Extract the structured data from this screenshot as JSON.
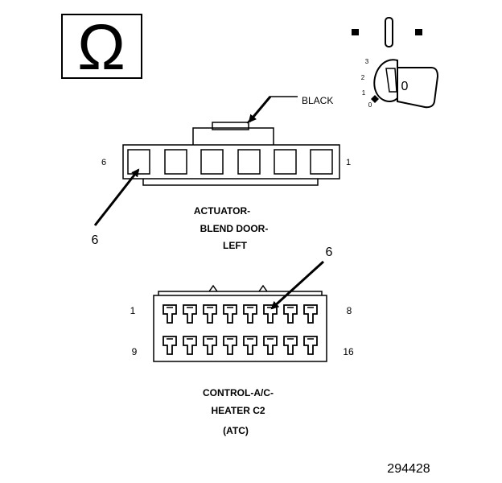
{
  "symbols": {
    "ohm_symbol": "Ω",
    "key_position_current": "0",
    "key_positions": [
      "3",
      "2",
      "1",
      "0"
    ]
  },
  "actuator": {
    "wire_color_label": "BLACK",
    "pin_left": "6",
    "pin_right": "1",
    "callout": "6",
    "title_lines": [
      "ACTUATOR-",
      "BLEND DOOR-",
      "LEFT"
    ]
  },
  "control": {
    "pin_top_left": "1",
    "pin_top_right": "8",
    "pin_bottom_left": "9",
    "pin_bottom_right": "16",
    "callout": "6",
    "title_lines": [
      "CONTROL-A/C-",
      "HEATER C2",
      "(ATC)"
    ]
  },
  "figure_number": "294428"
}
